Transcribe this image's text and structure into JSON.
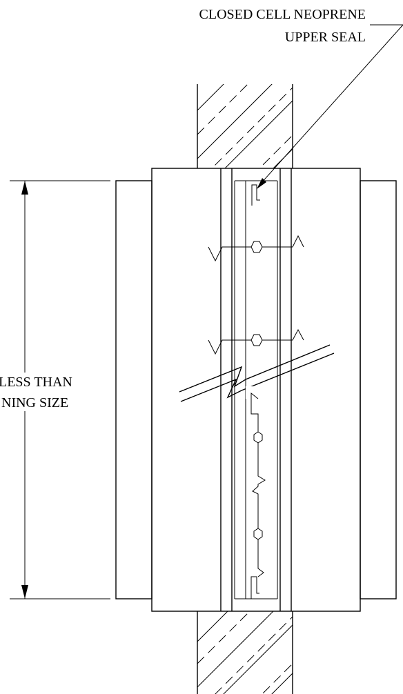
{
  "labels": {
    "callout_line1": "CLOSED CELL NEOPRENE",
    "callout_line2": "UPPER SEAL",
    "dimension_line1": "LESS THAN",
    "dimension_line2": "NING SIZE"
  }
}
